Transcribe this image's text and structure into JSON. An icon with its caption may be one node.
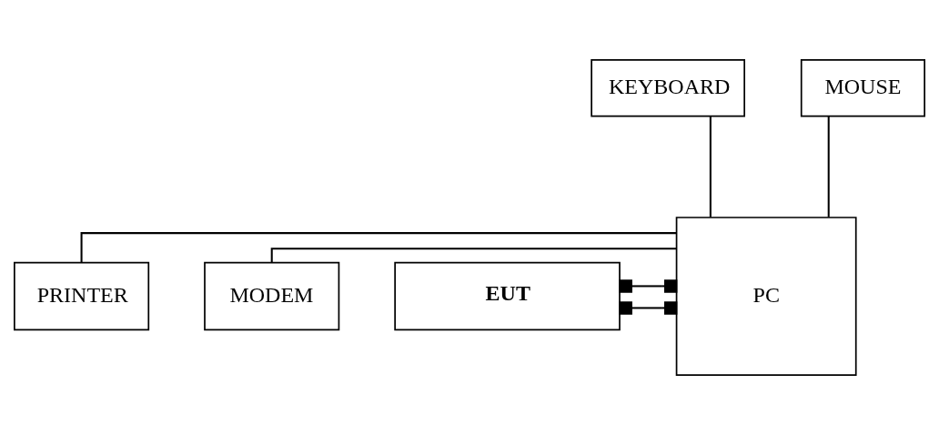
{
  "diagram": {
    "nodes": [
      {
        "text": [
          "PRINTER"
        ]
      },
      {
        "text": [
          "MODEM"
        ]
      },
      {
        "text": [
          "EUT"
        ]
      },
      {
        "text": [
          "PC"
        ]
      },
      {
        "text": [
          "KEYBOARD"
        ]
      },
      {
        "text": [
          "MOUSE"
        ]
      }
    ],
    "edges": [
      {
        "from": 0,
        "to": 3,
        "arrow": "none"
      },
      {
        "from": 1,
        "to": 3,
        "arrow": "none"
      },
      {
        "from": 2,
        "to": 3,
        "arrow": "other"
      },
      {
        "from": 2,
        "to": 3,
        "arrow": "other"
      },
      {
        "from": 4,
        "to": 3,
        "arrow": "none"
      },
      {
        "from": 5,
        "to": 3,
        "arrow": "none"
      }
    ]
  }
}
